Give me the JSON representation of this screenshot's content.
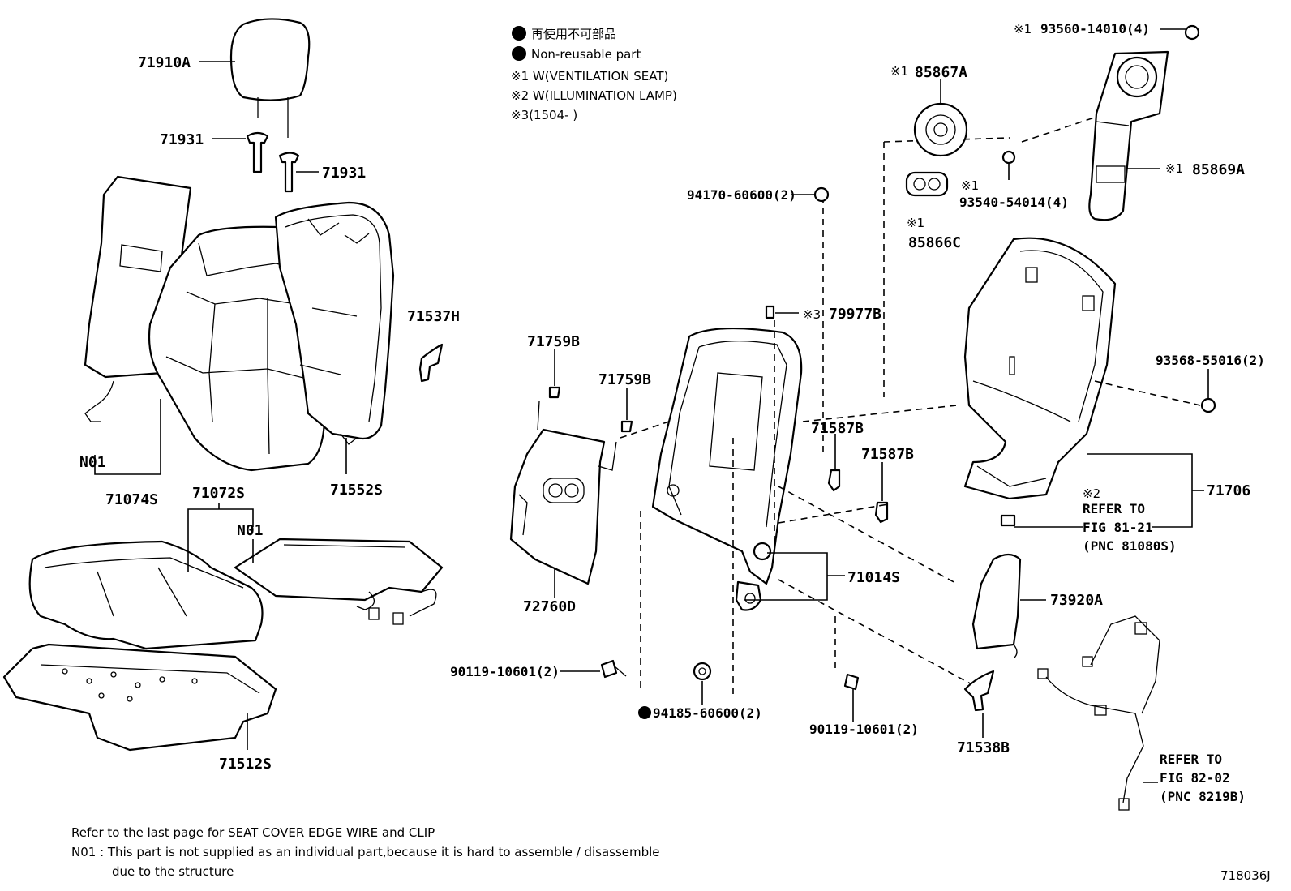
{
  "legend": {
    "line1": "再使用不可部品",
    "line2": "Non-reusable part",
    "line3": "※1  W(VENTILATION  SEAT)",
    "line4": "※2  W(ILLUMINATION  LAMP)",
    "line5": "※3(1504-        )"
  },
  "parts": {
    "p71910A": "71910A",
    "p71931a": "71931",
    "p71931b": "71931",
    "p71537H": "71537H",
    "p71552S": "71552S",
    "pN01a": "N01",
    "p71074S": "71074S",
    "p71072S": "71072S",
    "pN01b": "N01",
    "p71512S": "71512S",
    "p71759Ba": "71759B",
    "p71759Bb": "71759B",
    "p72760D": "72760D",
    "p90119a": "90119-10601(2)",
    "p94185": "94185-60600(2)",
    "p90119b": "90119-10601(2)",
    "p94170": "94170-60600(2)",
    "p79977B": "79977B",
    "p79977B_mark": "※3",
    "p71587Ba": "71587B",
    "p71587Bb": "71587B",
    "p71014S": "71014S",
    "p71538B": "71538B",
    "p85867A": "85867A",
    "p85867A_mark": "※1",
    "p85866C": "85866C",
    "p85866C_mark": "※1",
    "p93540": "93540-54014(4)",
    "p93540_mark": "※1",
    "p93560": "93560-14010(4)",
    "p93560_mark": "※1",
    "p85869A": "85869A",
    "p85869A_mark": "※1",
    "p93568": "93568-55016(2)",
    "p71706": "71706",
    "p73920A": "73920A"
  },
  "refs": {
    "ref1_mark": "※2",
    "ref1_l1": "REFER  TO",
    "ref1_l2": "FIG  81-21",
    "ref1_l3": "(PNC  81080S)",
    "ref2_l1": "REFER  TO",
    "ref2_l2": "FIG  82-02",
    "ref2_l3": "(PNC  8219B)"
  },
  "notes": {
    "line1": "Refer to the last page for SEAT COVER EDGE WIRE and CLIP",
    "line2": "N01 : This part is not supplied as an individual part,because it is hard to assemble / disassemble",
    "line3": "due to the structure"
  },
  "figure_id": "718036J"
}
